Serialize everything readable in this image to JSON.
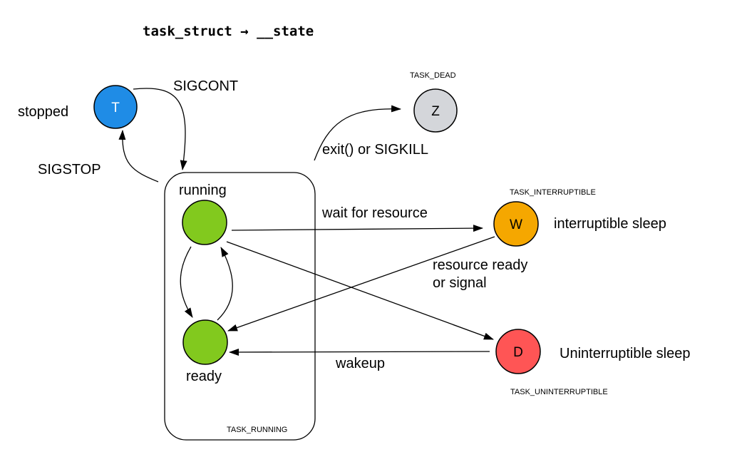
{
  "title": "task_struct → __state",
  "colors": {
    "stopped": "#1f8ce6",
    "dead": "#d4d6da",
    "running": "#82c91e",
    "interruptible": "#f5a700",
    "uninterruptible": "#ff5555"
  },
  "nodes": {
    "stopped": {
      "letter": "T",
      "label": "stopped"
    },
    "dead": {
      "letter": "Z",
      "state": "TASK_DEAD"
    },
    "running": {
      "label": "running"
    },
    "ready": {
      "label": "ready"
    },
    "interruptible": {
      "letter": "W",
      "label": "interruptible sleep",
      "state": "TASK_INTERRUPTIBLE"
    },
    "uninterruptible": {
      "letter": "D",
      "label": "Uninterruptible sleep",
      "state": "TASK_UNINTERRUPTIBLE"
    }
  },
  "group": {
    "state": "TASK_RUNNING"
  },
  "edges": {
    "sigcont": "SIGCONT",
    "sigstop": "SIGSTOP",
    "exit": "exit() or SIGKILL",
    "wait": "wait for resource",
    "resource_ready_line1": "resource ready",
    "resource_ready_line2": "or signal",
    "wakeup": "wakeup"
  }
}
